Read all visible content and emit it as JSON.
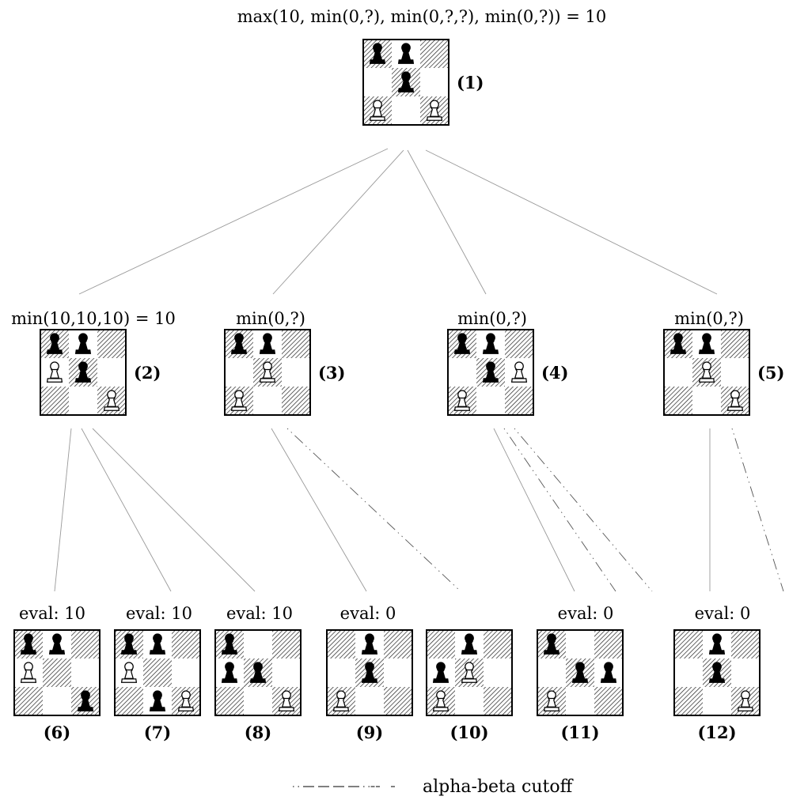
{
  "title": "max(10, min(0,?), min(0,?,?), min(0,?)) = 10",
  "legend": {
    "label": "alpha-beta cutoff"
  },
  "nodes": [
    {
      "id": "1",
      "label": "(1)",
      "caption": "max(10, min(0,?), min(0,?,?), min(0,?)) = 10",
      "board": [
        "bb.",
        ".b.",
        "w.w"
      ]
    },
    {
      "id": "2",
      "label": "(2)",
      "caption": "min(10,10,10) = 10",
      "board": [
        "bb.",
        "wb.",
        "..w"
      ]
    },
    {
      "id": "3",
      "label": "(3)",
      "caption": "min(0,?)",
      "board": [
        "bb.",
        ".w.",
        "w.."
      ]
    },
    {
      "id": "4",
      "label": "(4)",
      "caption": "min(0,?)",
      "board": [
        "bb.",
        ".bw",
        "w.."
      ]
    },
    {
      "id": "5",
      "label": "(5)",
      "caption": "min(0,?)",
      "board": [
        "bb.",
        ".w.",
        "..w"
      ]
    },
    {
      "id": "6",
      "label": "(6)",
      "caption": "eval: 10",
      "board": [
        "bb.",
        "w..",
        "..b"
      ]
    },
    {
      "id": "7",
      "label": "(7)",
      "caption": "eval: 10",
      "board": [
        "bb.",
        "w..",
        ".bw"
      ]
    },
    {
      "id": "8",
      "label": "(8)",
      "caption": "eval: 10",
      "board": [
        "b..",
        "bb.",
        "..w"
      ]
    },
    {
      "id": "9",
      "label": "(9)",
      "caption": "eval: 0",
      "board": [
        ".b.",
        ".b.",
        "w.."
      ]
    },
    {
      "id": "10",
      "label": "(10)",
      "caption": "",
      "board": [
        ".b.",
        "bw.",
        "w.."
      ]
    },
    {
      "id": "11",
      "label": "(11)",
      "caption": "eval: 0",
      "board": [
        "b..",
        ".bb",
        "w.."
      ]
    },
    {
      "id": "12",
      "label": "(12)",
      "caption": "eval: 0",
      "board": [
        ".b.",
        ".b.",
        "..w"
      ]
    }
  ],
  "edges": [
    {
      "from": "1",
      "to": "2",
      "style": "solid"
    },
    {
      "from": "1",
      "to": "3",
      "style": "solid"
    },
    {
      "from": "1",
      "to": "4",
      "style": "solid"
    },
    {
      "from": "1",
      "to": "5",
      "style": "solid"
    },
    {
      "from": "2",
      "to": "6",
      "style": "solid"
    },
    {
      "from": "2",
      "to": "7",
      "style": "solid"
    },
    {
      "from": "2",
      "to": "8",
      "style": "solid"
    },
    {
      "from": "3",
      "to": "9",
      "style": "solid"
    },
    {
      "from": "3",
      "to": "10",
      "style": "cutoff"
    },
    {
      "from": "4",
      "to": "11",
      "style": "solid"
    },
    {
      "from": "4",
      "to": "11b",
      "style": "cutoff"
    },
    {
      "from": "4",
      "to": "11c",
      "style": "cutoff"
    },
    {
      "from": "5",
      "to": "12",
      "style": "solid"
    },
    {
      "from": "5",
      "to": "12b",
      "style": "cutoff"
    }
  ]
}
